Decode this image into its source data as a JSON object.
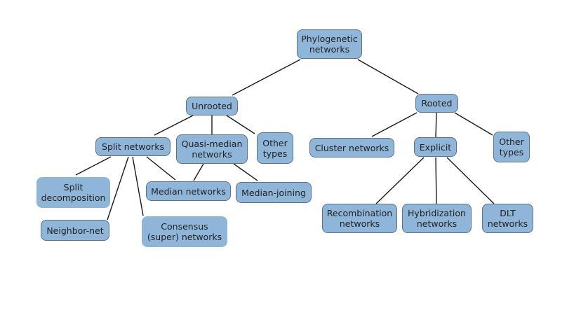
{
  "diagram": {
    "type": "tree",
    "colors": {
      "node_fill": "#8fb6d8",
      "node_border": "#5d7384",
      "edge": "#1a1a1a",
      "text": "#222222",
      "background": "#ffffff"
    },
    "nodes": [
      {
        "id": "phylogenetic-networks",
        "label": "Phylogenetic\nnetworks"
      },
      {
        "id": "unrooted",
        "label": "Unrooted"
      },
      {
        "id": "rooted",
        "label": "Rooted"
      },
      {
        "id": "split-networks",
        "label": "Split networks"
      },
      {
        "id": "quasi-median-networks",
        "label": "Quasi-median\nnetworks"
      },
      {
        "id": "other-types-unrooted",
        "label": "Other\ntypes"
      },
      {
        "id": "cluster-networks",
        "label": "Cluster networks"
      },
      {
        "id": "explicit",
        "label": "Explicit"
      },
      {
        "id": "other-types-rooted",
        "label": "Other\ntypes"
      },
      {
        "id": "split-decomposition",
        "label": "Split\ndecomposition"
      },
      {
        "id": "neighbor-net",
        "label": "Neighbor-net"
      },
      {
        "id": "consensus-super-networks",
        "label": "Consensus\n(super) networks"
      },
      {
        "id": "median-networks",
        "label": "Median networks"
      },
      {
        "id": "median-joining",
        "label": "Median-joining"
      },
      {
        "id": "recombination-networks",
        "label": "Recombination\nnetworks"
      },
      {
        "id": "hybridization-networks",
        "label": "Hybridization\nnetworks"
      },
      {
        "id": "dlt-networks",
        "label": "DLT\nnetworks"
      }
    ],
    "edges": [
      {
        "from": "phylogenetic-networks",
        "to": "unrooted"
      },
      {
        "from": "phylogenetic-networks",
        "to": "rooted"
      },
      {
        "from": "unrooted",
        "to": "split-networks"
      },
      {
        "from": "unrooted",
        "to": "quasi-median-networks"
      },
      {
        "from": "unrooted",
        "to": "other-types-unrooted"
      },
      {
        "from": "split-networks",
        "to": "split-decomposition"
      },
      {
        "from": "split-networks",
        "to": "neighbor-net"
      },
      {
        "from": "split-networks",
        "to": "consensus-super-networks"
      },
      {
        "from": "split-networks",
        "to": "median-networks"
      },
      {
        "from": "quasi-median-networks",
        "to": "median-networks"
      },
      {
        "from": "quasi-median-networks",
        "to": "median-joining"
      },
      {
        "from": "rooted",
        "to": "cluster-networks"
      },
      {
        "from": "rooted",
        "to": "explicit"
      },
      {
        "from": "rooted",
        "to": "other-types-rooted"
      },
      {
        "from": "explicit",
        "to": "recombination-networks"
      },
      {
        "from": "explicit",
        "to": "hybridization-networks"
      },
      {
        "from": "explicit",
        "to": "dlt-networks"
      }
    ]
  }
}
